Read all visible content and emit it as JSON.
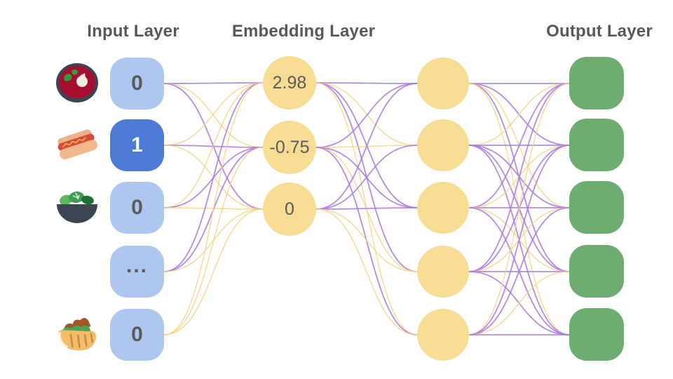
{
  "headers": {
    "input": "Input Layer",
    "embedding": "Embedding Layer",
    "output": "Output Layer"
  },
  "colors": {
    "header_text": "#57585a",
    "node_text": "#5a5a5a",
    "input_fill": "#aec7ef",
    "input_active_fill": "#4b7bd5",
    "input_active_text": "#ffffff",
    "embedding_fill": "#f7dc94",
    "hidden_fill": "#f7dc94",
    "output_fill": "#6ead71",
    "edge_purple": "#a678e0",
    "edge_gold": "#f5d387"
  },
  "input_layer": {
    "nodes": [
      {
        "value": "0",
        "icon": "borscht-icon",
        "active": false
      },
      {
        "value": "1",
        "icon": "hotdog-icon",
        "active": true
      },
      {
        "value": "0",
        "icon": "salad-icon",
        "active": false
      },
      {
        "value": "...",
        "icon": null,
        "active": false
      },
      {
        "value": "0",
        "icon": "pita-icon",
        "active": false
      }
    ]
  },
  "embedding_layer": {
    "nodes": [
      {
        "value": "2.98"
      },
      {
        "value": "-0.75"
      },
      {
        "value": "0"
      }
    ]
  },
  "hidden_layer": {
    "count": 5
  },
  "output_layer": {
    "count": 5
  },
  "connections": {
    "input_to_embedding": [
      [
        "P",
        "G",
        "P"
      ],
      [
        "G",
        "P",
        "G"
      ],
      [
        "G",
        "P",
        "G"
      ],
      [
        "P",
        "P",
        "G"
      ],
      [
        "G",
        "G",
        "G"
      ]
    ],
    "embedding_to_hidden": [
      [
        "P",
        "G",
        "P",
        "P",
        "G"
      ],
      [
        "P",
        "G",
        "P",
        "G",
        "P"
      ],
      [
        "P",
        "P",
        "P",
        "G",
        "G"
      ]
    ],
    "hidden_to_output": [
      [
        "P",
        "P",
        "G",
        "P",
        "G"
      ],
      [
        "G",
        "P",
        "P",
        "P",
        "P"
      ],
      [
        "P",
        "G",
        "P",
        "G",
        "P"
      ],
      [
        "P",
        "P",
        "G",
        "P",
        "P"
      ],
      [
        "G",
        "P",
        "P",
        "G",
        "P"
      ]
    ]
  }
}
